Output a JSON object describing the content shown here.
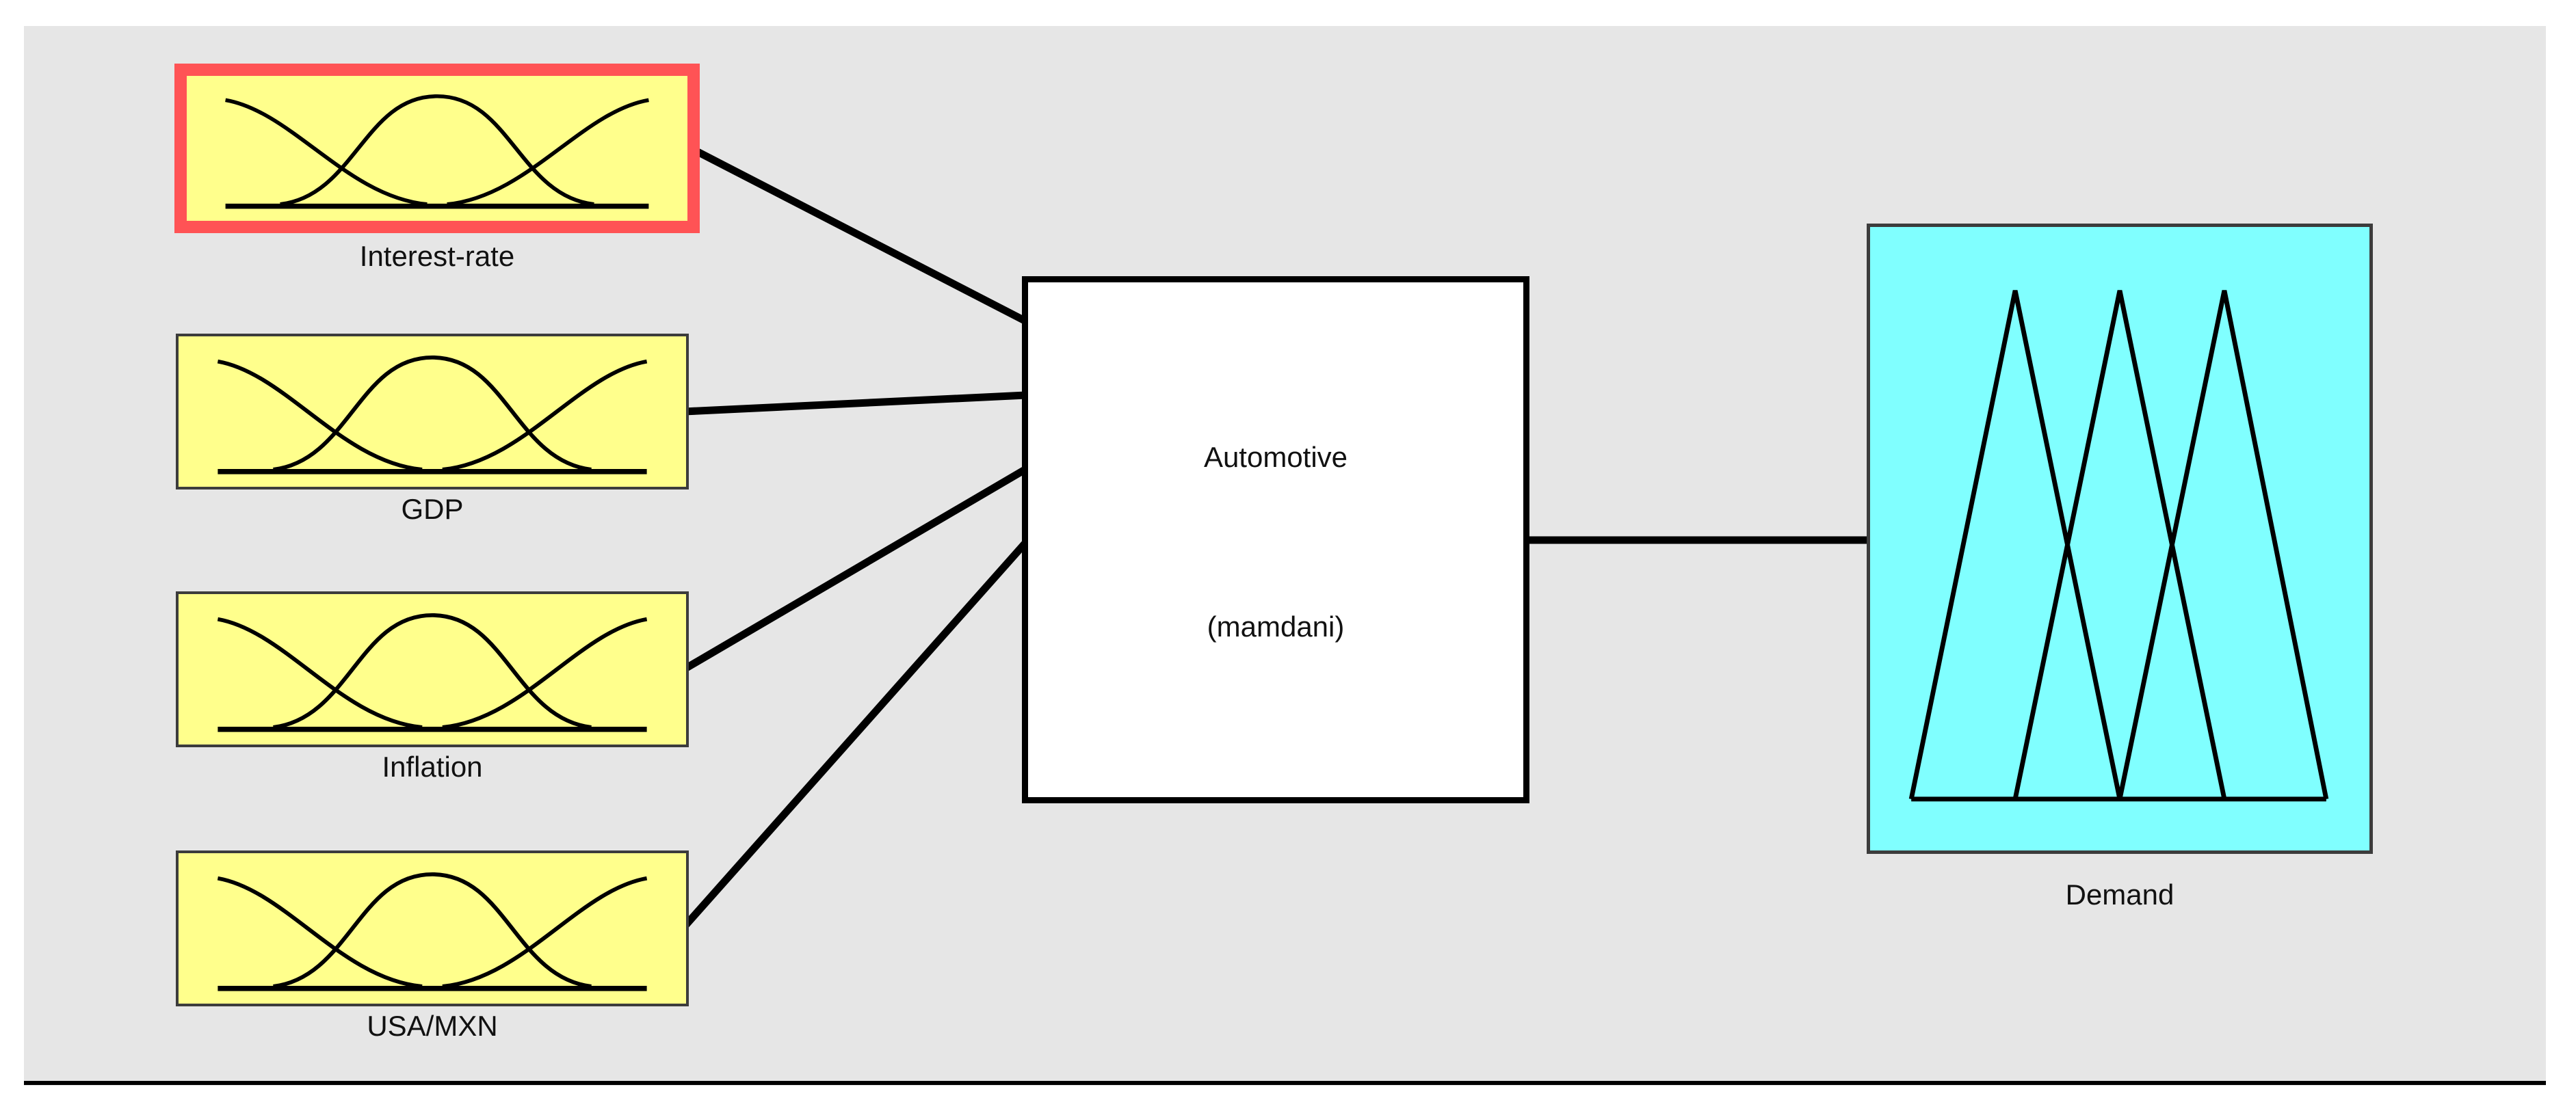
{
  "colors": {
    "page_bg": "#ffffff",
    "panel_bg": "#e6e6e6",
    "input_fill": "#ffff8c",
    "selected_border": "#ff5355",
    "node_border": "#3c3c3c",
    "process_fill": "#ffffff",
    "process_border": "#000000",
    "output_fill": "#80ffff",
    "wire": "#000000",
    "label_color": "#111111"
  },
  "diagram": {
    "inputs": [
      {
        "label": "Interest-rate",
        "selected": true,
        "mf_icon": "gaussian-mf-icon"
      },
      {
        "label": "GDP",
        "selected": false,
        "mf_icon": "gaussian-mf-icon"
      },
      {
        "label": "Inflation",
        "selected": false,
        "mf_icon": "gaussian-mf-icon"
      },
      {
        "label": "USA/MXN",
        "selected": false,
        "mf_icon": "gaussian-mf-icon"
      }
    ],
    "process": {
      "name": "Automotive",
      "type_label": "(mamdani)"
    },
    "output": {
      "label": "Demand",
      "mf_icon": "triangular-mf-icon"
    }
  }
}
